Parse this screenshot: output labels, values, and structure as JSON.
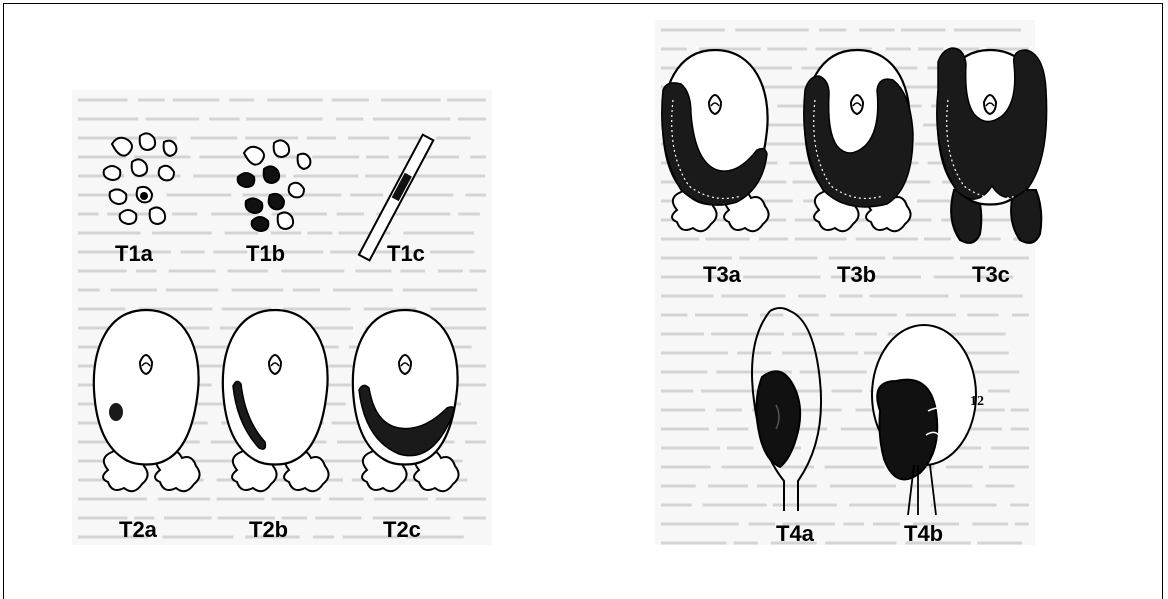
{
  "labels": {
    "t1a": "T1a",
    "t1b": "T1b",
    "t1c": "T1c",
    "t2a": "T2a",
    "t2b": "T2b",
    "t2c": "T2c",
    "t3a": "T3a",
    "t3b": "T3b",
    "t3c": "T3c",
    "t4a": "T4a",
    "t4b": "T4b",
    "t4b_annotation": "12"
  },
  "colors": {
    "ink": "#000000",
    "tumor": "#1a1a1a",
    "page": "#f7f7f7"
  }
}
